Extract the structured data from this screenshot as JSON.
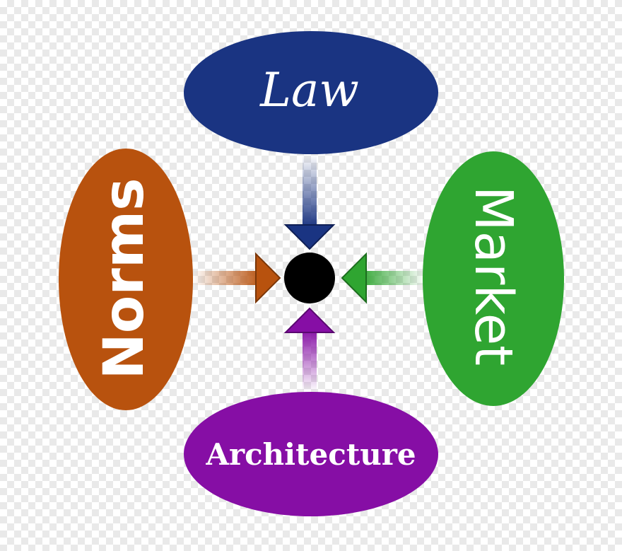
{
  "nodes": {
    "law": {
      "label": "Law",
      "color": "#1a3482"
    },
    "norms": {
      "label": "Norms",
      "color": "#b8520e"
    },
    "market": {
      "label": "Market",
      "color": "#2fa531"
    },
    "architecture": {
      "label": "Architecture",
      "color": "#860ea5"
    }
  },
  "center": {
    "color": "#000000"
  }
}
